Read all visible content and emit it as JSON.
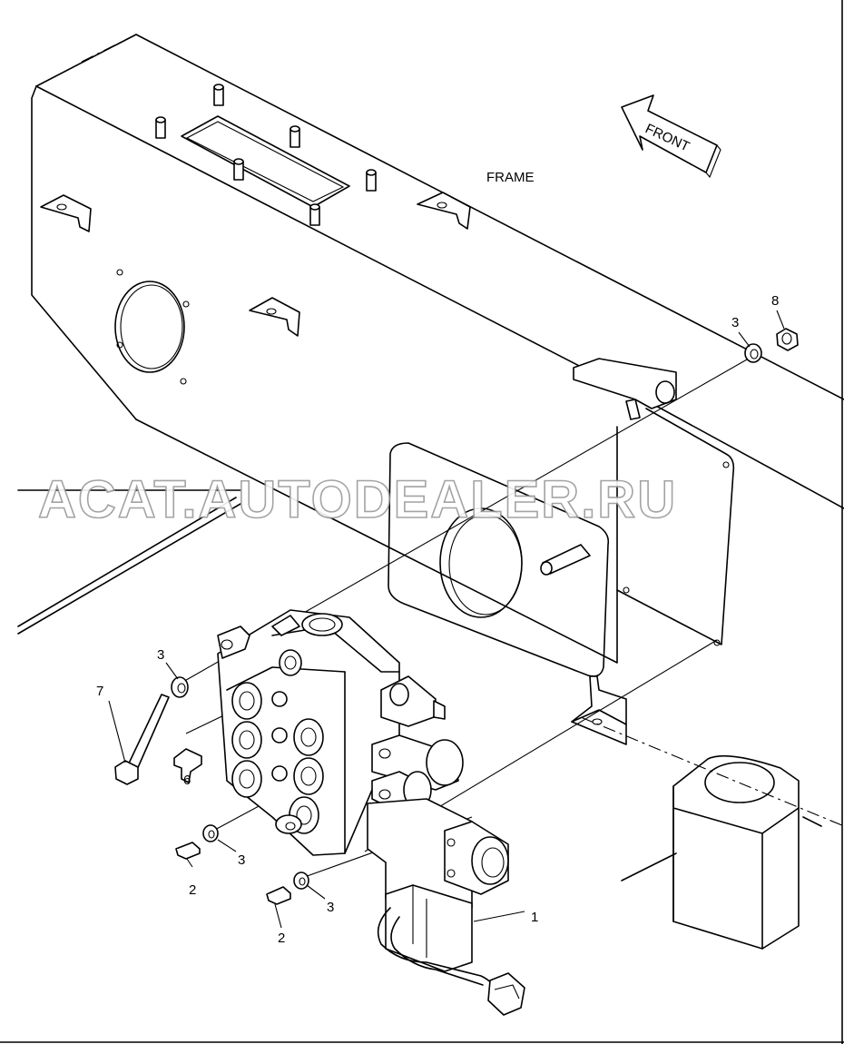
{
  "labels": {
    "frame": "FRAME",
    "front_arrow": "FRONT"
  },
  "callouts": {
    "c8": "8",
    "c3_top": "3",
    "c3_left": "3",
    "c7": "7",
    "c6": "6",
    "c2_a": "2",
    "c3_mid": "3",
    "c2_b": "2",
    "c3_low": "3",
    "c1": "1"
  },
  "watermark": "ACAT.AUTODEALER.RU"
}
